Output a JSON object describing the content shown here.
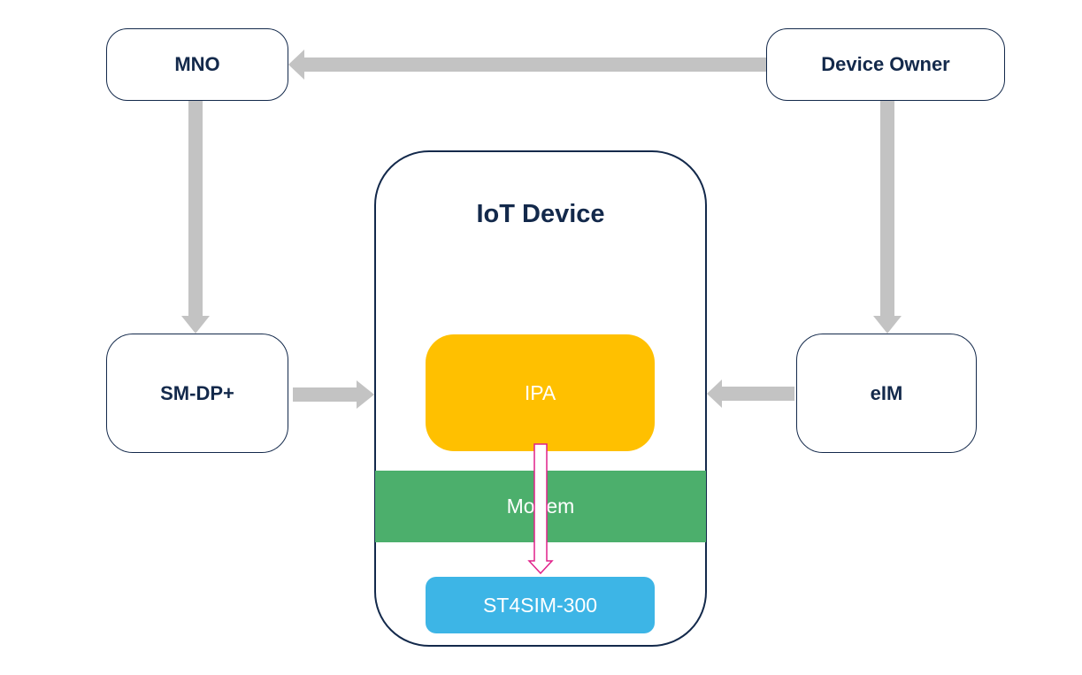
{
  "nodes": {
    "mno": "MNO",
    "device_owner": "Device Owner",
    "smdp": "SM-DP+",
    "eim": "eIM",
    "iot_device": "IoT Device",
    "ipa": "IPA",
    "modem": "Modem",
    "sim": "ST4SIM-300"
  },
  "colors": {
    "border": "#13294b",
    "connector_arrow": "#c3c3c3",
    "ipa_fill": "#ffc000",
    "modem_fill": "#4caf6c",
    "sim_fill": "#3db5e6",
    "internal_arrow": "#e0218a"
  }
}
